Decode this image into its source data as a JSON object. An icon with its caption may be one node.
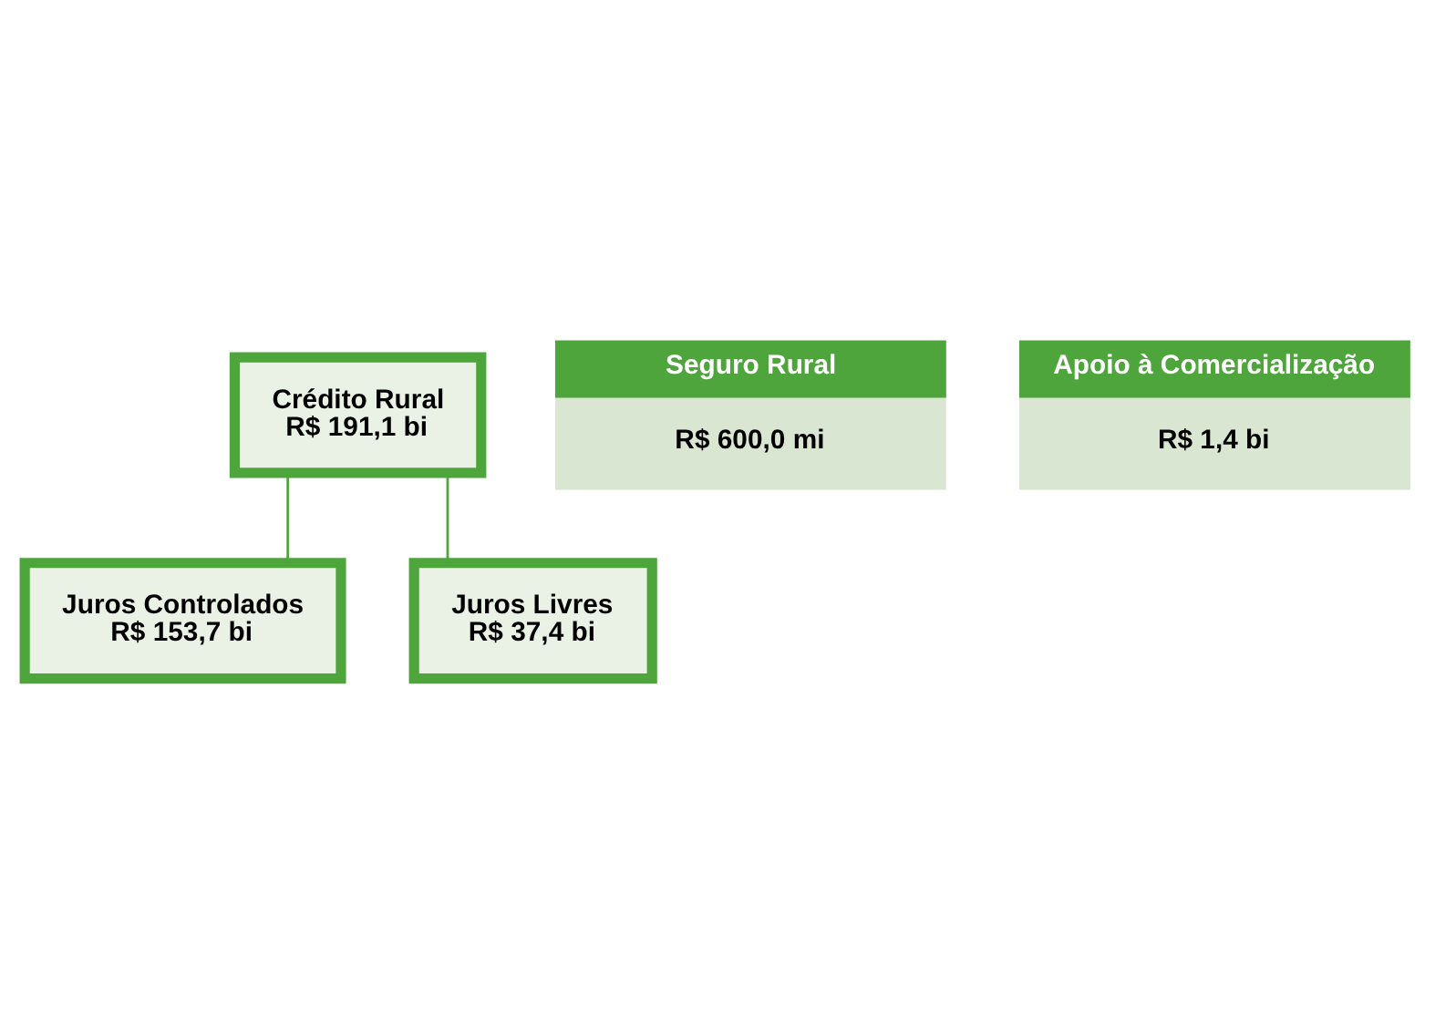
{
  "diagram": {
    "nodes": [
      {
        "text": [
          "Crédito Rural",
          "R$ 191,1 bi"
        ]
      },
      {
        "text": [
          "Juros Controlados",
          "R$ 153,7 bi"
        ]
      },
      {
        "text": [
          "Juros Livres",
          "R$ 37,4 bi"
        ]
      },
      {
        "text": [
          "Seguro Rural",
          "R$ 600,0 mi"
        ]
      },
      {
        "text": [
          "Apoio à Comercialização",
          "R$ 1,4 bi"
        ]
      }
    ],
    "edges": [
      {
        "from": 0,
        "to": 1,
        "arrow": "none"
      },
      {
        "from": 0,
        "to": 2,
        "arrow": "none"
      }
    ]
  }
}
